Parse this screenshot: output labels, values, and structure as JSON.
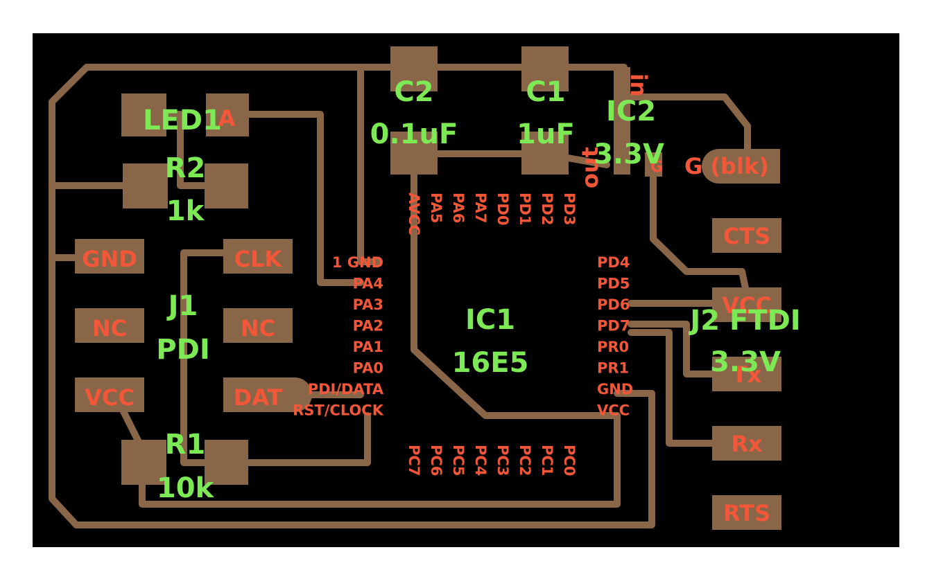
{
  "colors": {
    "background": "#000000",
    "copper": "#8a6648",
    "pad_text": "#f2573a",
    "component_text": "#7dea55"
  },
  "connector_j1": {
    "designator": "J1",
    "name": "PDI",
    "pins": [
      "GND",
      "CLK",
      "NC",
      "NC",
      "VCC",
      "DAT"
    ]
  },
  "connector_j2": {
    "designator": "J2 FTDI",
    "voltage": "3.3V",
    "pins": [
      "G (blk)",
      "CTS",
      "VCC",
      "Tx",
      "Rx",
      "RTS"
    ]
  },
  "components": {
    "led1": {
      "designator": "LED1",
      "pin_a": "A"
    },
    "r2": {
      "designator": "R2",
      "value": "1k"
    },
    "r1": {
      "designator": "R1",
      "value": "10k"
    },
    "c2": {
      "designator": "C2",
      "value": "0.1uF"
    },
    "c1": {
      "designator": "C1",
      "value": "1uF"
    },
    "ic2": {
      "designator": "IC2",
      "value": "3.3V",
      "pin_in": "in",
      "pin_out": "out",
      "pin_g": "G"
    },
    "ic1": {
      "designator": "IC1",
      "value": "16E5"
    }
  },
  "ic1_pins": {
    "left": [
      "1 GND",
      "PA4",
      "PA3",
      "PA2",
      "PA1",
      "PA0",
      "PDI/DATA",
      "RST/CLOCK"
    ],
    "right": [
      "PD4",
      "PD5",
      "PD6",
      "PD7",
      "PR0",
      "PR1",
      "GND",
      "VCC"
    ],
    "top": [
      "AVCC",
      "PA5",
      "PA6",
      "PA7",
      "PD0",
      "PD1",
      "PD2",
      "PD3"
    ],
    "bottom": [
      "PC7",
      "PC6",
      "PC5",
      "PC4",
      "PC3",
      "PC2",
      "PC1",
      "PC0"
    ]
  }
}
